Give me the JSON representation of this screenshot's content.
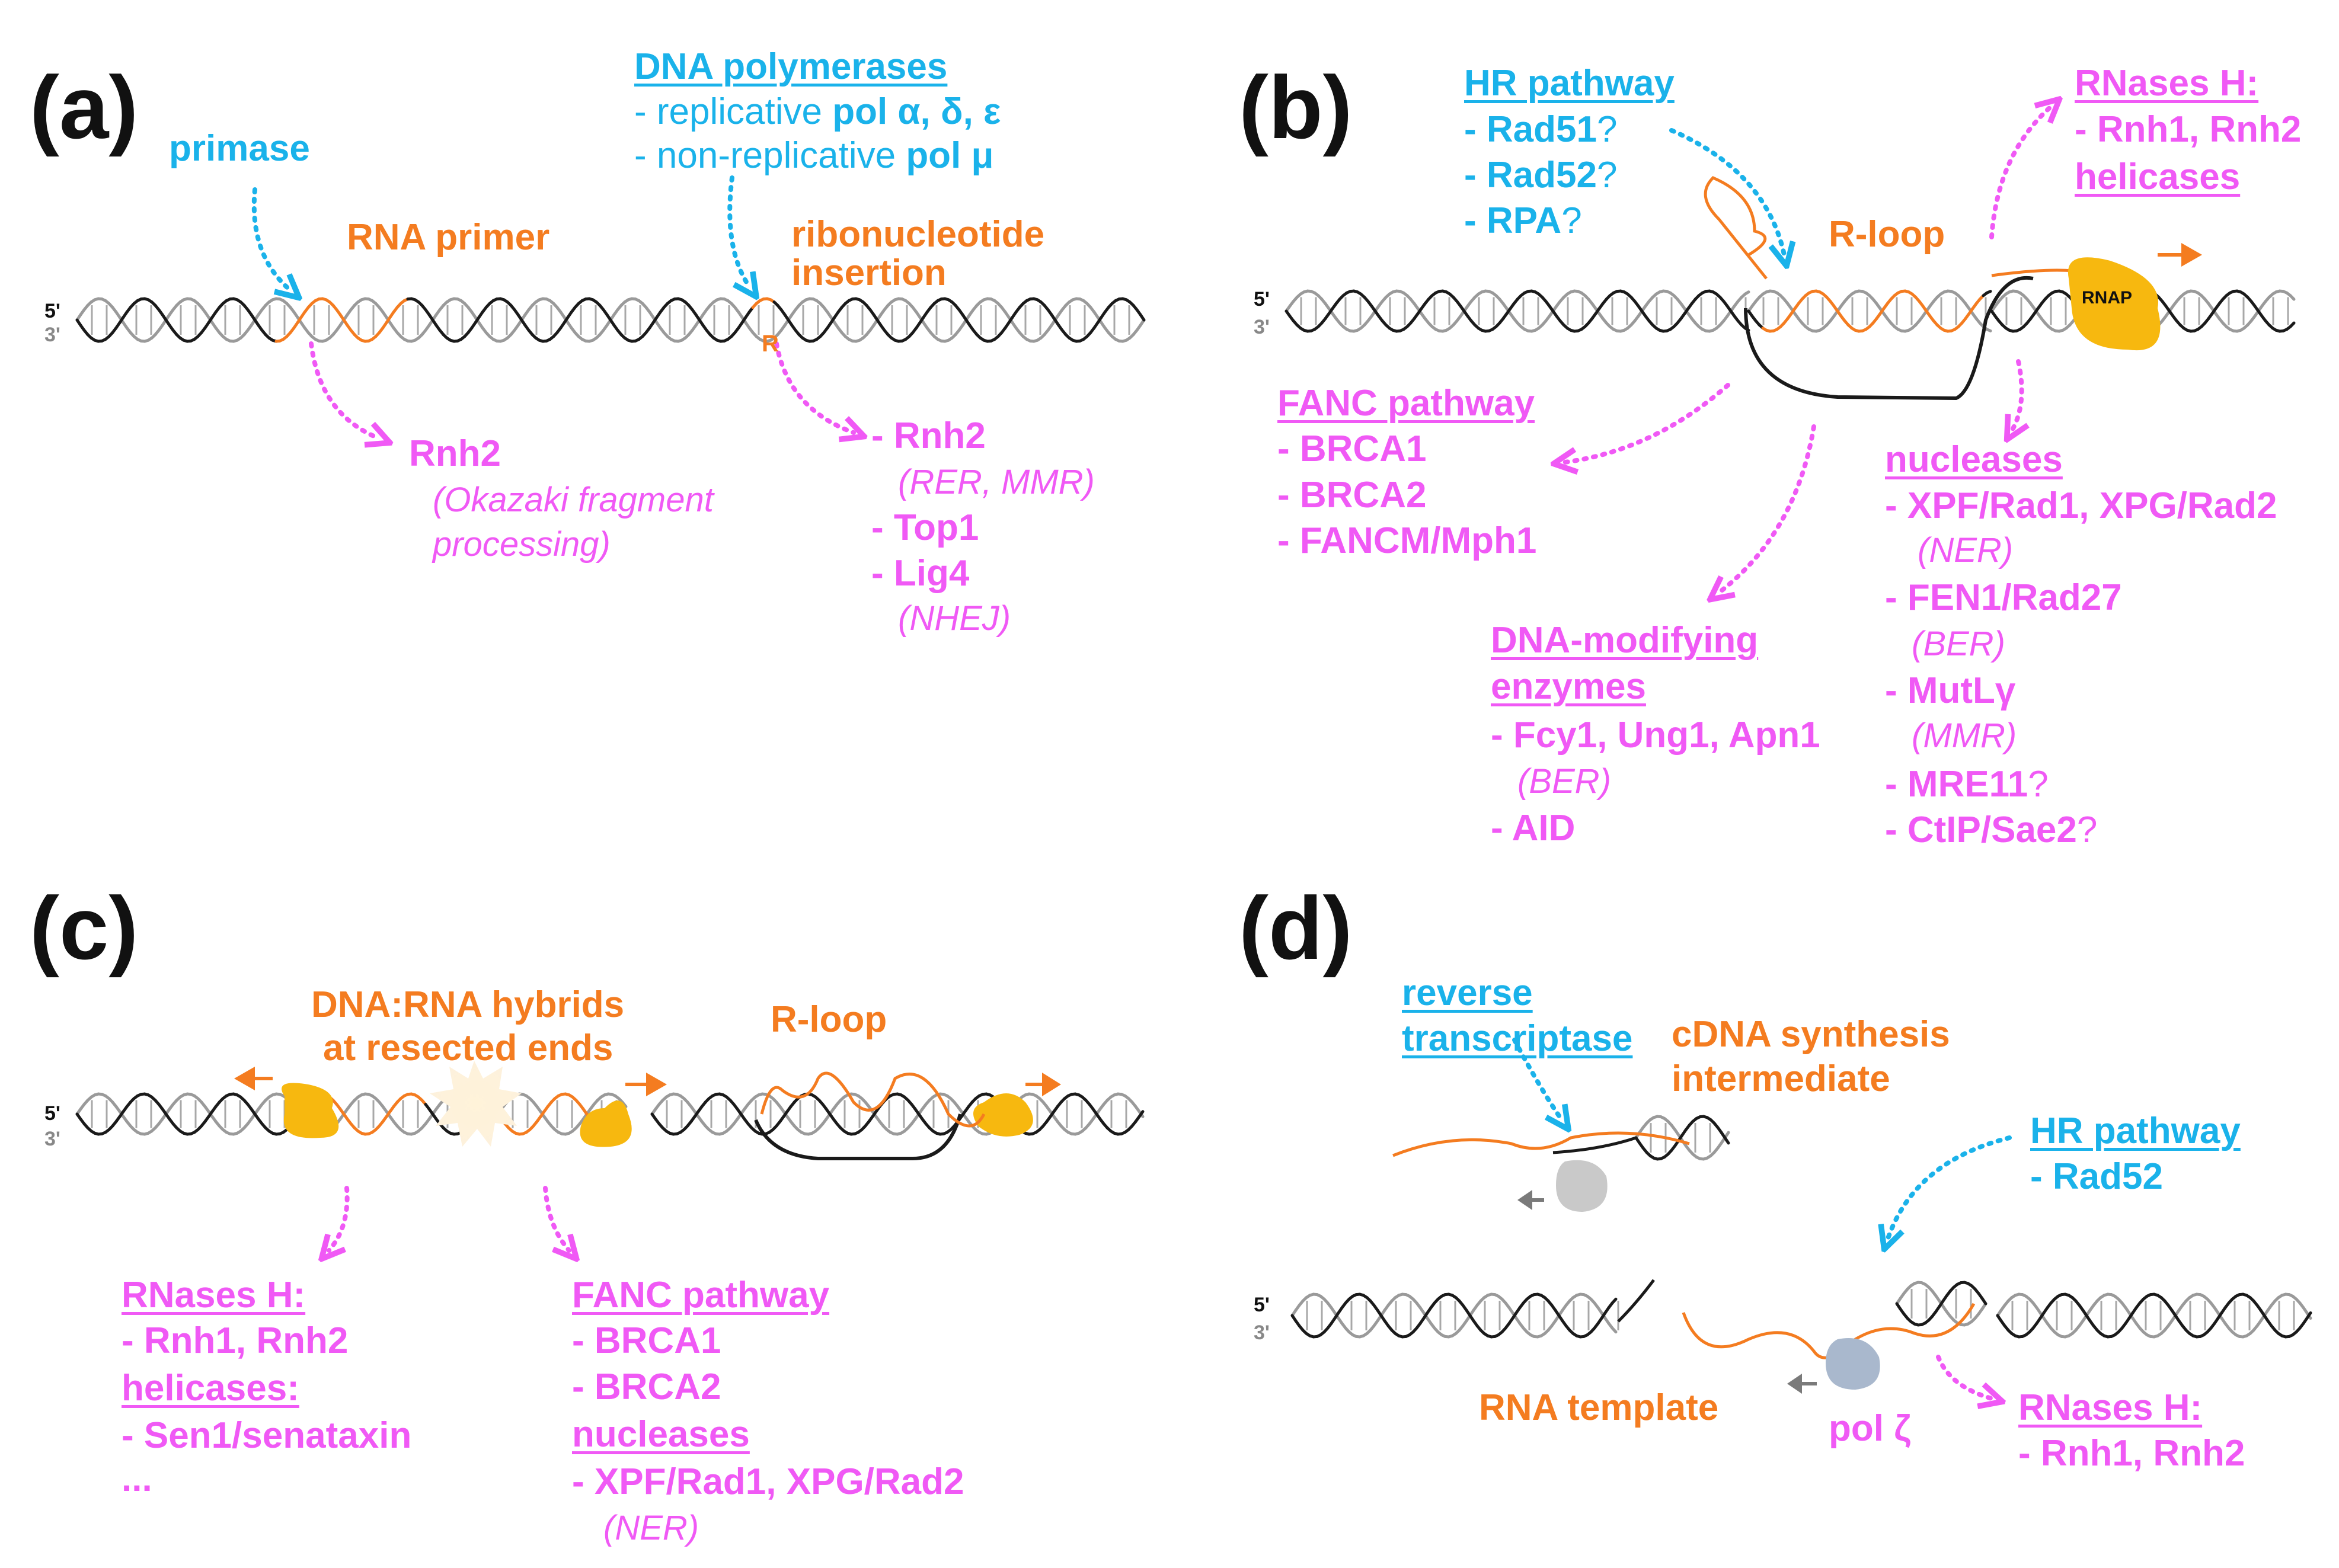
{
  "panels": {
    "a": {
      "label": "(a)",
      "primase": "primase",
      "rna_primer": "RNA primer",
      "dna_pol_title": "DNA polymerases",
      "dna_pol_line1_pre": "- replicative ",
      "dna_pol_line1_bold": "pol α, δ, ε",
      "dna_pol_line2_pre": "- non-replicative ",
      "dna_pol_line2_bold": "pol μ",
      "ribonucleotide": "ribonucleotide",
      "insertion": "insertion",
      "r_mark": "R",
      "strand5": "5'",
      "strand3": "3'",
      "rnh2": "Rnh2",
      "okazaki1": "(Okazaki fragment",
      "okazaki2": "processing)",
      "right_list": [
        "- Rnh2",
        "(RER, MMR)",
        "- Top1",
        "- Lig4",
        "(NHEJ)"
      ]
    },
    "b": {
      "label": "(b)",
      "hr_title": "HR pathway",
      "hr_items": [
        {
          "name": "- Rad51",
          "q": "?"
        },
        {
          "name": "- Rad52",
          "q": "?"
        },
        {
          "name": "- RPA",
          "q": "?"
        }
      ],
      "rloop": "R-loop",
      "rnases_title": "RNases H:",
      "rnases_item": "- Rnh1, Rnh2",
      "helicases_title": "helicases",
      "rnap": "RNAP",
      "strand5": "5'",
      "strand3": "3'",
      "fanc_title": "FANC pathway",
      "fanc_items": [
        "- BRCA1",
        "- BRCA2",
        "- FANCM/Mph1"
      ],
      "nucleases_title": "nucleases",
      "nucleases_lines": [
        {
          "text": "- XPF/Rad1, XPG/Rad2",
          "q": ""
        },
        {
          "text": "(NER)",
          "q": ""
        },
        {
          "text": "- FEN1/Rad27",
          "q": ""
        },
        {
          "text": "(BER)",
          "q": ""
        },
        {
          "text": "- MutLγ",
          "q": ""
        },
        {
          "text": "(MMR)",
          "q": ""
        },
        {
          "text": "- MRE11",
          "q": "?"
        },
        {
          "text": "- CtIP/Sae2",
          "q": "?"
        }
      ],
      "dme_title1": "DNA-modifying",
      "dme_title2": "enzymes",
      "dme_item1": "- Fcy1, Ung1, Apn1",
      "dme_item1_sub": "(BER)",
      "dme_item2": "- AID"
    },
    "c": {
      "label": "(c)",
      "hybrids1": "DNA:RNA hybrids",
      "hybrids2": "at resected ends",
      "rloop": "R-loop",
      "strand5": "5'",
      "strand3": "3'",
      "rnases_title": "RNases H:",
      "rnases_item": "- Rnh1, Rnh2",
      "helicases_title": "helicases:",
      "helicases_item": "- Sen1/senataxin",
      "ellipsis": "...",
      "fanc_title": "FANC pathway",
      "fanc_items": [
        "- BRCA1",
        "- BRCA2"
      ],
      "nucleases_title": "nucleases",
      "nucleases_item": "- XPF/Rad1, XPG/Rad2",
      "nucleases_sub": "(NER)"
    },
    "d": {
      "label": "(d)",
      "rt1": "reverse",
      "rt2": "transcriptase",
      "cdna1": "cDNA synthesis",
      "cdna2": "intermediate",
      "hr_title": "HR pathway",
      "hr_item": "- Rad52",
      "strand5": "5'",
      "strand3": "3'",
      "rna_template": "RNA template",
      "pol_zeta": "pol ζ",
      "rnases_title": "RNases H:",
      "rnases_item": "- Rnh1, Rnh2"
    }
  },
  "colors": {
    "blue": "#1ab2ea",
    "orange": "#f47c20",
    "pink": "#f059f5",
    "yellow": "#f7b80f",
    "dna_dark": "#1a1a1a",
    "dna_grey": "#9a9a9a",
    "rung": "#a8a8a8",
    "polymerase_grey": "#c9c9c9",
    "polymerase_blue": "#a9b8cd"
  }
}
